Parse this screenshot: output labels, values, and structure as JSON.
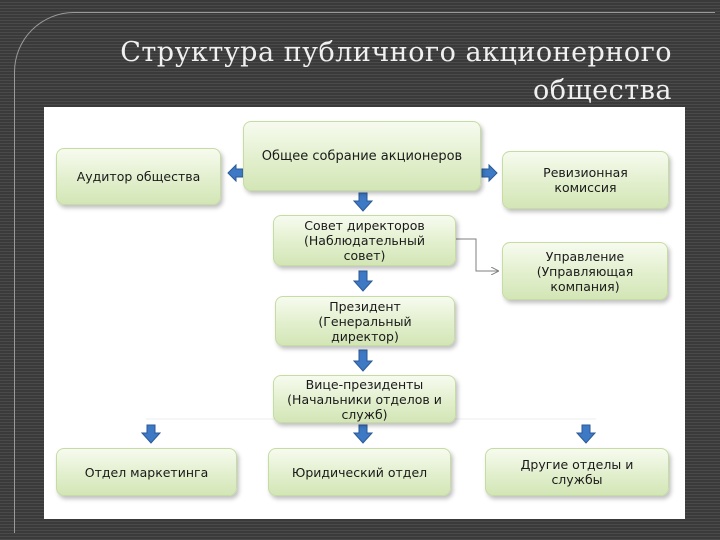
{
  "slide": {
    "title": "Структура публичного акционерного\nобщества"
  },
  "diagram": {
    "nodes": {
      "general_meeting": "Общее собрание акционеров",
      "auditor": "Аудитор общества",
      "audit_commission": "Ревизионная\nкомиссия",
      "board": "Совет директоров\n(Наблюдательный\nсовет)",
      "management": "Управление\n(Управляющая\nкомпания)",
      "president": "Президент\n(Генеральный\nдиректор)",
      "vice_presidents": "Вице-президенты\n(Начальники отделов и\nслужб)",
      "marketing": "Отдел маркетинга",
      "legal": "Юридический отдел",
      "other": "Другие отделы и\nслужбы"
    },
    "colors": {
      "box_fill": "#e2efcd",
      "box_border": "#c5dca3",
      "arrow_fill": "#3d79c4",
      "arrow_stroke": "#2a5a96"
    }
  }
}
